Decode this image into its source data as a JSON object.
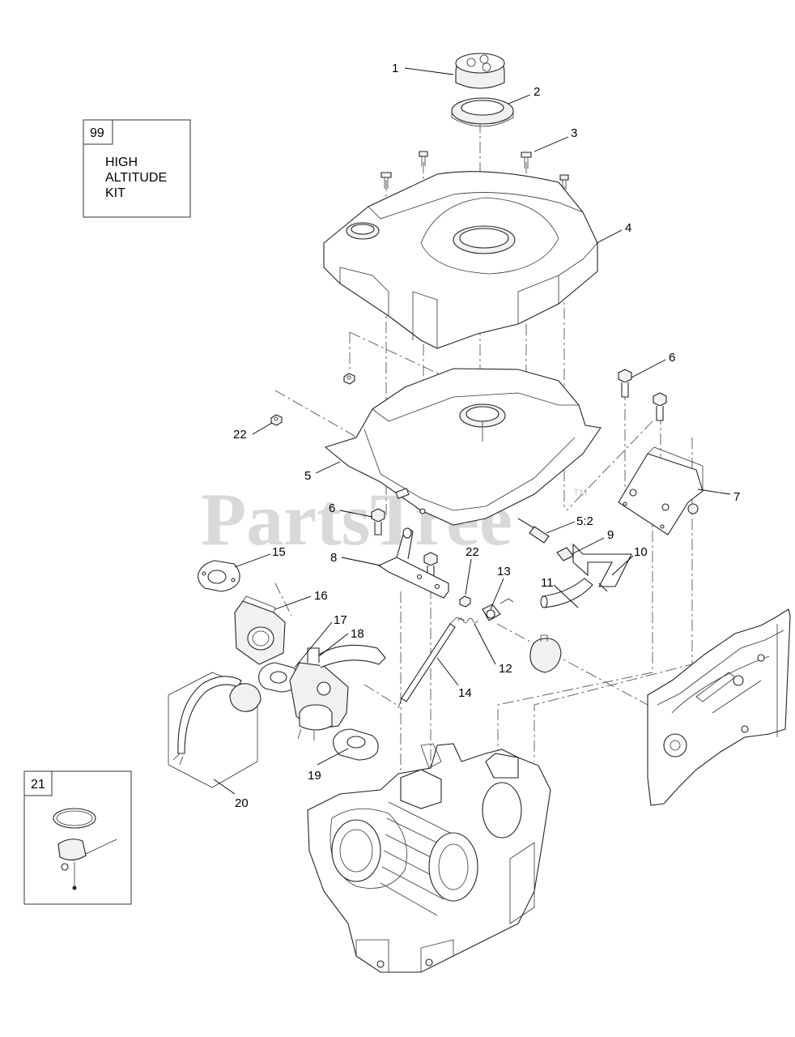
{
  "watermark": {
    "text": "PartsTree",
    "trademark": "TM"
  },
  "kit_boxes": [
    {
      "number": "99",
      "text_lines": [
        "HIGH",
        "ALTITUDE",
        "KIT"
      ]
    },
    {
      "number": "21"
    }
  ],
  "callouts": [
    {
      "label": "1",
      "part": "fuel-cap"
    },
    {
      "label": "2",
      "part": "cap-gasket"
    },
    {
      "label": "3",
      "part": "shroud-screw"
    },
    {
      "label": "4",
      "part": "fuel-tank-shroud"
    },
    {
      "label": "5",
      "part": "fuel-tank"
    },
    {
      "label": "5:2",
      "part": "fuel-valve"
    },
    {
      "label": "6",
      "part": "bracket-bolt"
    },
    {
      "label": "6",
      "part": "bolt"
    },
    {
      "label": "7",
      "part": "tank-bracket"
    },
    {
      "label": "8",
      "part": "mounting-bracket"
    },
    {
      "label": "9",
      "part": "hose-fitting"
    },
    {
      "label": "10",
      "part": "fuel-hose"
    },
    {
      "label": "11",
      "part": "fuel-line"
    },
    {
      "label": "12",
      "part": "spring"
    },
    {
      "label": "13",
      "part": "lever"
    },
    {
      "label": "14",
      "part": "throttle-rod"
    },
    {
      "label": "15",
      "part": "intake-gasket"
    },
    {
      "label": "16",
      "part": "insulator"
    },
    {
      "label": "17",
      "part": "carburetor-gasket"
    },
    {
      "label": "18",
      "part": "carburetor"
    },
    {
      "label": "19",
      "part": "air-cleaner-gasket"
    },
    {
      "label": "20",
      "part": "primer-bulb-kit"
    },
    {
      "label": "22",
      "part": "nut"
    },
    {
      "label": "22",
      "part": "nut"
    }
  ]
}
